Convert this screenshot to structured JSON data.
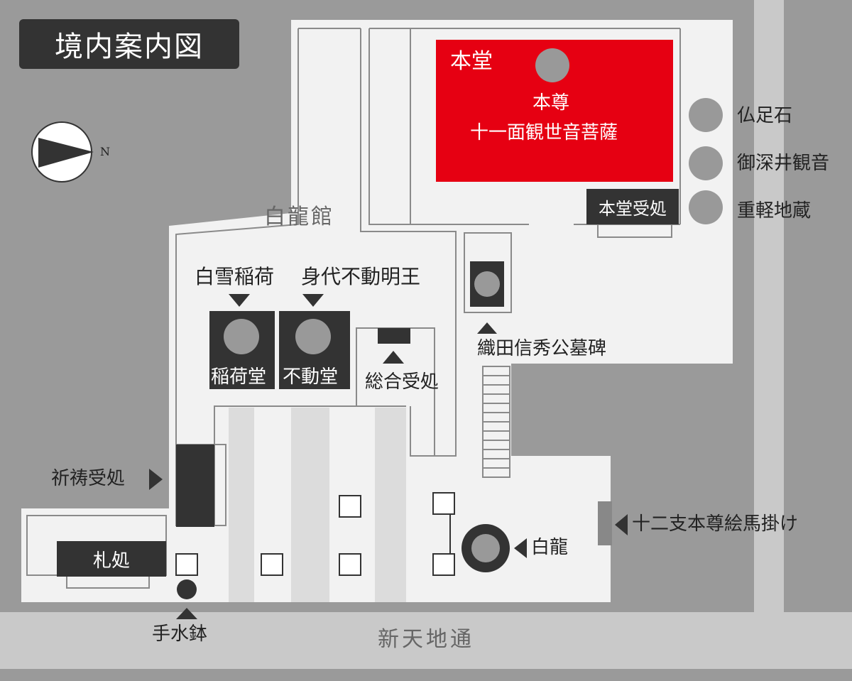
{
  "title": "境内案内図",
  "compass": {
    "label": "N"
  },
  "street": "新天地通",
  "hall": {
    "name": "本堂",
    "honzon_label": "本尊",
    "honzon_name": "十一面観世音菩薩",
    "reception": "本堂受処"
  },
  "side_items": [
    "仏足石",
    "御深井観音",
    "重軽地蔵"
  ],
  "building": "白龍館",
  "shrines": [
    {
      "top": "白雪稲荷",
      "name": "稲荷堂"
    },
    {
      "top": "身代不動明王",
      "name": "不動堂"
    }
  ],
  "general_reception": "総合受処",
  "monument": "織田信秀公墓碑",
  "prayer_reception": "祈祷受処",
  "amulet_office": "札処",
  "water_basin": "手水鉢",
  "hakuryu": "白龍",
  "ema": "十二支本尊絵馬掛け",
  "colors": {
    "main_hall": "#e60012",
    "background": "#9a9a9a",
    "ground": "#f2f2f2",
    "road": "#c9c9c9",
    "dark": "#333333"
  }
}
